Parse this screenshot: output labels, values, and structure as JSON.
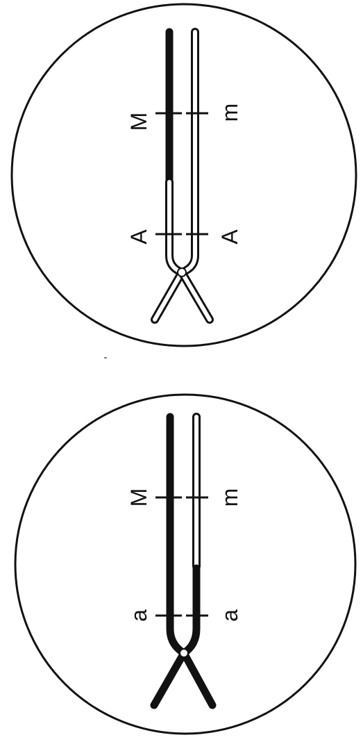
{
  "diagrams": [
    {
      "id": "top-cell",
      "labels": {
        "left_upper": "M",
        "left_lower": "A",
        "right_upper": "m",
        "right_lower": "A"
      }
    },
    {
      "id": "bottom-cell",
      "labels": {
        "left_upper": "M",
        "left_lower": "a",
        "right_upper": "m",
        "right_lower": "a"
      }
    }
  ]
}
